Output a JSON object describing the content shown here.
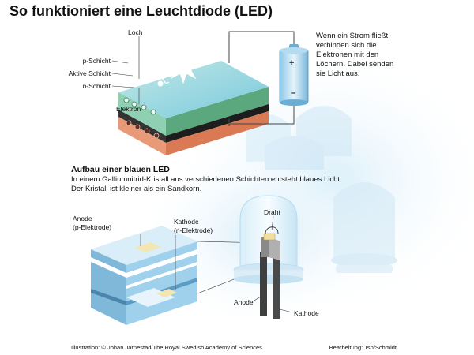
{
  "header": {
    "title": "So funktioniert eine Leuchtdiode (LED)"
  },
  "top_diagram": {
    "labels": {
      "hole": "Loch",
      "p_layer": "p-Schicht",
      "active_layer": "Aktive Schicht",
      "n_layer": "n-Schicht",
      "electron": "Elektron"
    },
    "battery": {
      "plus": "+",
      "minus": "–"
    },
    "description": "Wenn ein Strom fließt,\nverbinden sich die\nElektronen mit den\nLöchern. Dabei senden\nsie Licht aus."
  },
  "blue_led": {
    "heading": "Aufbau einer blauen LED",
    "intro": "In einem Galliumnitrid-Kristall aus verschiedenen Schichten entsteht blaues Licht.\nDer Kristall ist kleiner als ein Sandkorn.",
    "labels": {
      "anode_electrode": "Anode\n(p-Elektrode)",
      "cathode_electrode": "Kathode\n(n-Elektrode)",
      "wire": "Draht",
      "anode": "Anode",
      "cathode": "Kathode"
    }
  },
  "footer": {
    "credit": "Illustration: © Johan Jarnestad/The Royal Swedish Academy of Sciences",
    "editor": "Bearbeitung: Tsp/Schmidt"
  },
  "colors": {
    "p_layer": "#7cc4a4",
    "active_layer": "#2c2c2c",
    "n_layer": "#e08a66",
    "glow": "#cfe9f8",
    "crystal_blue": "#9fd0ec"
  }
}
